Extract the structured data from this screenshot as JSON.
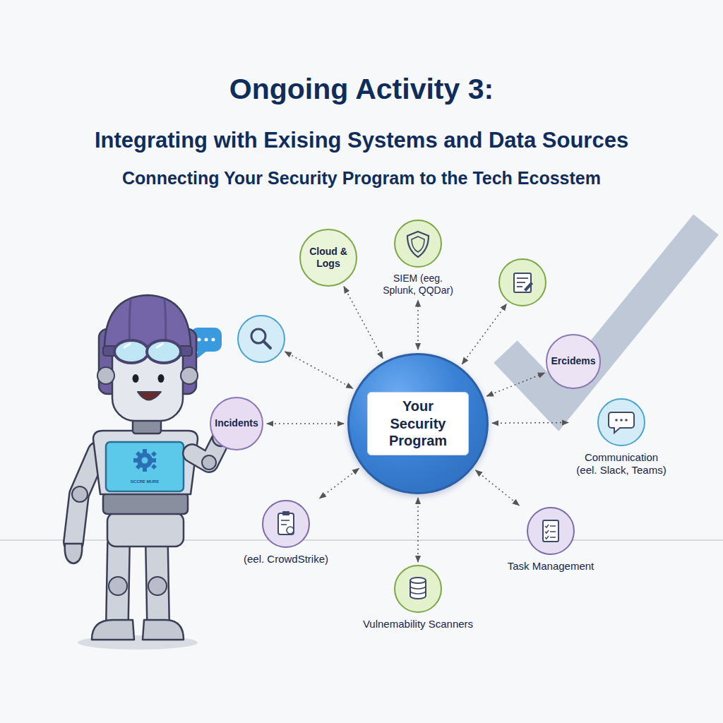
{
  "diagram": {
    "title": "Ongoing Activity 3:",
    "nodes": [
      {
        "text": [
          "Your Security Program"
        ]
      },
      {
        "text": [
          "Cloud & Logs"
        ]
      },
      {
        "text": [
          "SIEM (eeg. Splunk, QQDar)"
        ]
      },
      {
        "text": [
          "Ercidems"
        ]
      },
      {
        "text": [
          "Incidents"
        ]
      },
      {
        "text": [
          "Communication (eel. Slack, Teams)"
        ]
      },
      {
        "text": [
          "(eel. CrowdStrike)"
        ]
      },
      {
        "text": [
          "Task Management"
        ]
      },
      {
        "text": [
          "Vulnemability Scanners"
        ]
      }
    ],
    "edges": [
      {
        "from": 0,
        "to": 1,
        "arrow": "both"
      },
      {
        "from": 0,
        "to": 2,
        "arrow": "both"
      },
      {
        "from": 0,
        "to": 3,
        "arrow": "both"
      },
      {
        "from": 0,
        "to": 4,
        "arrow": "both"
      },
      {
        "from": 0,
        "to": 5,
        "arrow": "both"
      },
      {
        "from": 0,
        "to": 6,
        "arrow": "both"
      },
      {
        "from": 0,
        "to": 7,
        "arrow": "both"
      },
      {
        "from": 0,
        "to": 8,
        "arrow": "both"
      }
    ],
    "labels": [
      "Integrating with Exising Systems and Data Sources",
      "Connecting Your Security Program to the Tech Ecosstem",
      "SCCRE MURE"
    ]
  }
}
